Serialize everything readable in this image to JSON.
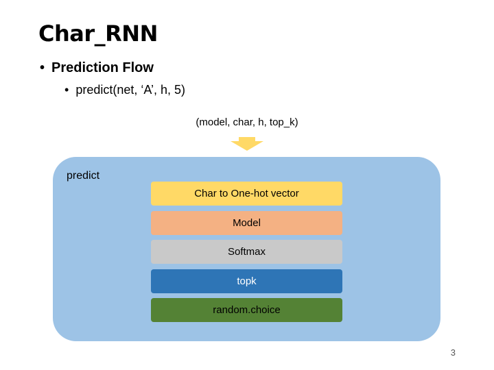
{
  "slide": {
    "title": "Char_RNN",
    "bullet1": "Prediction Flow",
    "bullet2": "predict(net, ‘A’, h, 5)",
    "page_number": "3"
  },
  "diagram": {
    "input_label": "(model, char, h, top_k)",
    "container_label": "predict",
    "container_color": "#9dc3e6",
    "arrow_color": "#ffd966",
    "layers": [
      {
        "label": "Char to One-hot vector",
        "color": "#ffd966",
        "text_color": "#000000"
      },
      {
        "label": "Model",
        "color": "#f4b183",
        "text_color": "#000000"
      },
      {
        "label": "Softmax",
        "color": "#c9c9c9",
        "text_color": "#000000"
      },
      {
        "label": "topk",
        "color": "#2e75b6",
        "text_color": "#ffffff"
      },
      {
        "label": "random.choice",
        "color": "#548235",
        "text_color": "#000000"
      }
    ]
  }
}
